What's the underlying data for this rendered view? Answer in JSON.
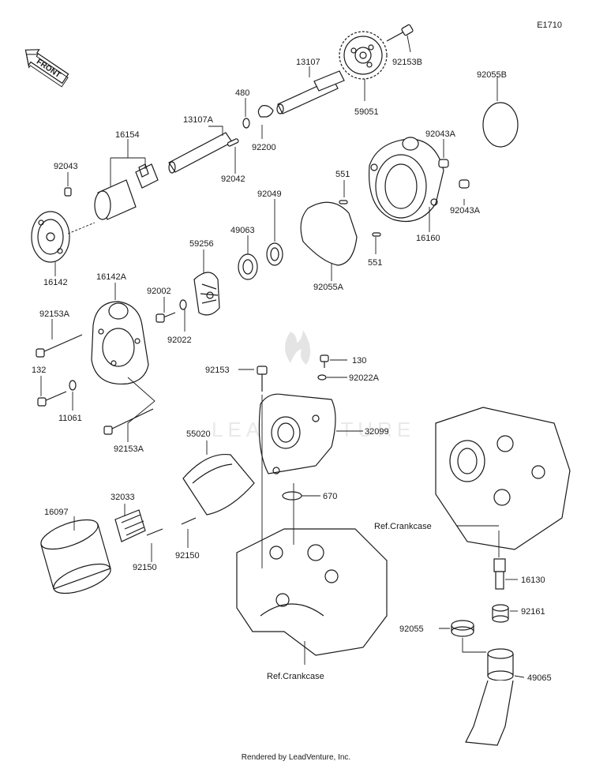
{
  "diagram_code": "E1710",
  "front_label": "FRONT",
  "footer": "Rendered by LeadVenture, Inc.",
  "watermark": "LEADVENTURE",
  "refs": [
    "Ref.Crankcase",
    "Ref.Crankcase"
  ],
  "parts": {
    "p92153B": "92153B",
    "p92055B": "92055B",
    "p59051": "59051",
    "p13107": "13107",
    "p480": "480",
    "p92200": "92200",
    "p13107A": "13107A",
    "p92042": "92042",
    "p16154": "16154",
    "p92043": "92043",
    "p16142": "16142",
    "p92043A_top": "92043A",
    "p92043A_bot": "92043A",
    "p551_top": "551",
    "p551_bot": "551",
    "p16160": "16160",
    "p92049": "92049",
    "p49063": "49063",
    "p59256": "59256",
    "p92055A": "92055A",
    "p16142A": "16142A",
    "p92002": "92002",
    "p92022": "92022",
    "p92153A_top": "92153A",
    "p92153A_bot": "92153A",
    "p132": "132",
    "p11061": "11061",
    "p92153": "92153",
    "p130": "130",
    "p92022A": "92022A",
    "p32099": "32099",
    "p55020": "55020",
    "p670": "670",
    "p32033": "32033",
    "p16097": "16097",
    "p92150_a": "92150",
    "p92150_b": "92150",
    "p16130": "16130",
    "p92161": "92161",
    "p92055": "92055",
    "p49065": "49065"
  }
}
